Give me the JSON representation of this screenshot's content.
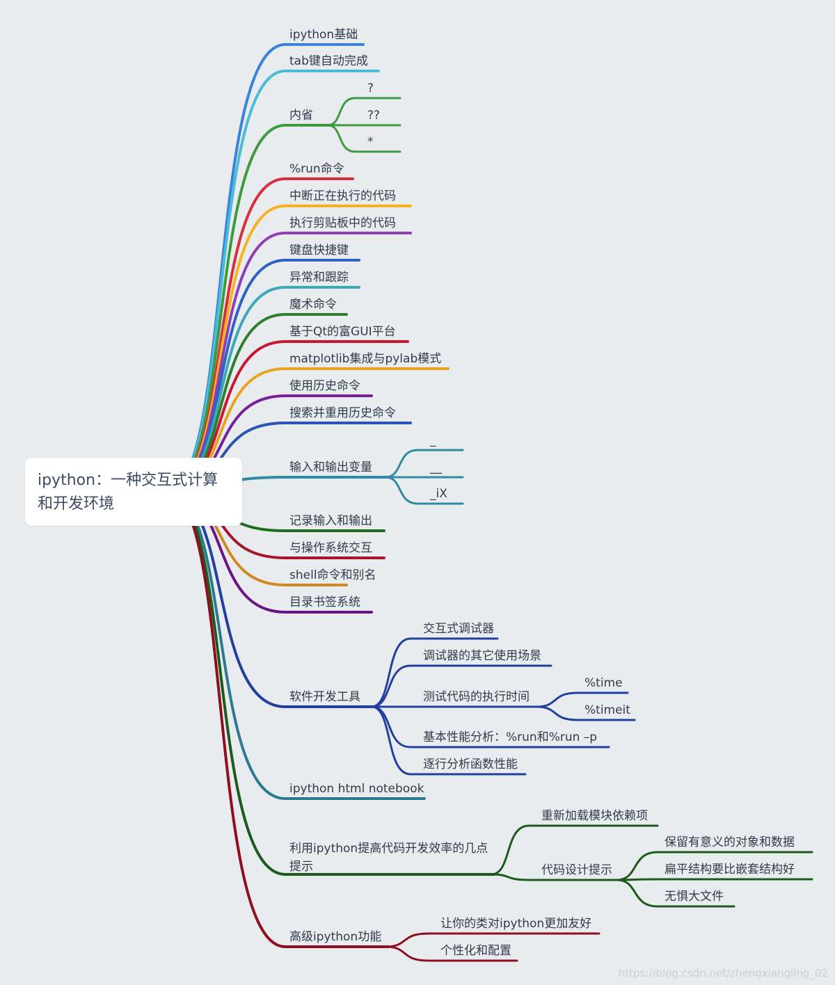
{
  "root": {
    "title": "ipython：一种交互式计算和开发环境",
    "lines": [
      "ipython：一种交互式计算",
      "和开发环境"
    ]
  },
  "topics": [
    {
      "id": "t1",
      "label": "ipython基础",
      "color": "#3b82d9",
      "children": []
    },
    {
      "id": "t2",
      "label": "tab键自动完成",
      "color": "#4bbcd6",
      "children": []
    },
    {
      "id": "t3",
      "label": "内省",
      "color": "#3f9a3f",
      "children": [
        {
          "label": "?"
        },
        {
          "label": "??"
        },
        {
          "label": "*"
        }
      ]
    },
    {
      "id": "t4",
      "label": "%run命令",
      "color": "#d6303f",
      "children": []
    },
    {
      "id": "t5",
      "label": "中断正在执行的代码",
      "color": "#f5b323",
      "children": []
    },
    {
      "id": "t6",
      "label": "执行剪贴板中的代码",
      "color": "#8e3fb5",
      "children": []
    },
    {
      "id": "t7",
      "label": "键盘快捷键",
      "color": "#2f63c2",
      "children": []
    },
    {
      "id": "t8",
      "label": "异常和跟踪",
      "color": "#3ba7b8",
      "children": []
    },
    {
      "id": "t9",
      "label": "魔术命令",
      "color": "#2e7d32",
      "children": []
    },
    {
      "id": "t10",
      "label": "基于Qt的富GUI平台",
      "color": "#c8182f",
      "children": []
    },
    {
      "id": "t11",
      "label": "matplotlib集成与pylab模式",
      "color": "#e6a324",
      "children": []
    },
    {
      "id": "t12",
      "label": "使用历史命令",
      "color": "#7a1f9a",
      "children": []
    },
    {
      "id": "t13",
      "label": "搜索并重用历史命令",
      "color": "#2b55b0",
      "children": []
    },
    {
      "id": "t14",
      "label": "输入和输出变量",
      "color": "#2f8aa3",
      "children": [
        {
          "label": "_"
        },
        {
          "label": "__"
        },
        {
          "label": "_iX"
        }
      ]
    },
    {
      "id": "t15",
      "label": "记录输入和输出",
      "color": "#1f6b1f",
      "children": []
    },
    {
      "id": "t16",
      "label": "与操作系统交互",
      "color": "#a8142a",
      "children": []
    },
    {
      "id": "t17",
      "label": "shell命令和别名",
      "color": "#cf8a1e",
      "children": []
    },
    {
      "id": "t18",
      "label": "目录书签系统",
      "color": "#6a1385",
      "children": []
    },
    {
      "id": "t19",
      "label": "软件开发工具",
      "color": "#233f9c",
      "children": [
        {
          "label": "交互式调试器"
        },
        {
          "label": "调试器的其它使用场景"
        },
        {
          "label": "测试代码的执行时间",
          "children": [
            {
              "label": "%time"
            },
            {
              "label": "%timeit"
            }
          ]
        },
        {
          "label": "基本性能分析：%run和%run –p"
        },
        {
          "label": "逐行分析函数性能"
        }
      ]
    },
    {
      "id": "t20",
      "label": "ipython html notebook",
      "color": "#2c7a90",
      "children": []
    },
    {
      "id": "t21",
      "label": "利用ipython提高代码开发效率的几点提示",
      "color": "#1d5a1d",
      "children": [
        {
          "label": "重新加载模块依赖项"
        },
        {
          "label": "代码设计提示",
          "children": [
            {
              "label": "保留有意义的对象和数据"
            },
            {
              "label": "扁平结构要比嵌套结构好"
            },
            {
              "label": "无惧大文件"
            }
          ]
        }
      ]
    },
    {
      "id": "t22",
      "label": "高级ipython功能",
      "color": "#8e1020",
      "children": [
        {
          "label": "让你的类对ipython更加友好"
        },
        {
          "label": "个性化和配置"
        }
      ]
    }
  ],
  "watermark": "https://blog.csdn.net/zhengxiangling_02"
}
